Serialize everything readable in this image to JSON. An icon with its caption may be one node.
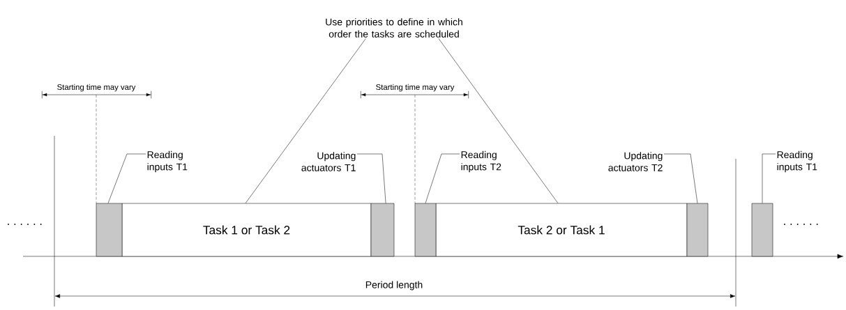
{
  "diagram": {
    "nodes": [
      {
        "text": [
          "Task 1 or Task 2"
        ]
      },
      {
        "text": [
          "Task 2 or Task 1"
        ]
      },
      {
        "text": [],
        "shape": "bar"
      },
      {
        "text": [],
        "shape": "bar"
      },
      {
        "text": [],
        "shape": "bar"
      },
      {
        "text": [],
        "shape": "bar"
      },
      {
        "text": [],
        "shape": "bar"
      },
      {
        "text": [
          "Reading inputs T1"
        ]
      },
      {
        "text": [
          "Updating actuators T1"
        ]
      },
      {
        "text": [
          "Reading inputs T2"
        ]
      },
      {
        "text": [
          "Updating actuators T2"
        ]
      },
      {
        "text": [
          "Reading inputs T1"
        ]
      },
      {
        "text": [
          "Use priorities to define in which order the tasks are scheduled"
        ]
      }
    ],
    "edges": [
      {
        "from": 7,
        "to": 2,
        "arrow": "none"
      },
      {
        "from": 8,
        "to": 3,
        "arrow": "none"
      },
      {
        "from": 9,
        "to": 4,
        "arrow": "none"
      },
      {
        "from": 10,
        "to": 5,
        "arrow": "none"
      },
      {
        "from": 11,
        "to": 6,
        "arrow": "none"
      },
      {
        "from": 12,
        "to": 0,
        "arrow": "none"
      },
      {
        "from": 12,
        "to": 1,
        "arrow": "none"
      }
    ],
    "labels": [
      "Starting time may vary",
      "Starting time may vary",
      "Period length"
    ]
  }
}
